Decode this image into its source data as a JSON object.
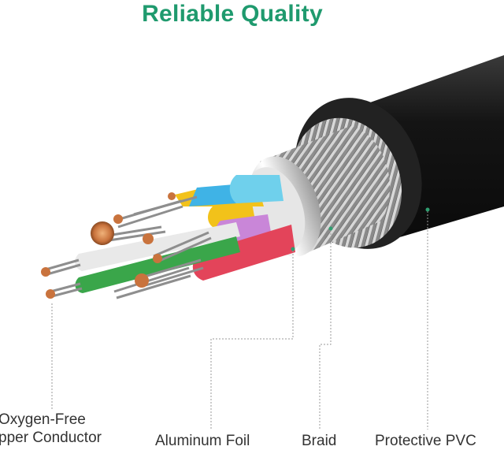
{
  "title": "Reliable Quality",
  "labels": {
    "conductor_line1": "Oxygen-Free",
    "conductor_line2": "pper Conductor",
    "foil": "Aluminum Foil",
    "braid": "Braid",
    "pvc": "Protective PVC"
  },
  "colors": {
    "title": "#1f9a6e",
    "jacket": "#1b1b1b",
    "leader": "#9a9a9a",
    "dot": "#2f9e70"
  },
  "wires": [
    {
      "name": "white",
      "color": "#e9e9e9"
    },
    {
      "name": "green",
      "color": "#3aa64a"
    },
    {
      "name": "blue",
      "color": "#3fb3e6"
    },
    {
      "name": "light-blue",
      "color": "#6fd0ec"
    },
    {
      "name": "yellow",
      "color": "#f2c21a"
    },
    {
      "name": "purple",
      "color": "#c986d8"
    },
    {
      "name": "red",
      "color": "#e3445a"
    }
  ]
}
